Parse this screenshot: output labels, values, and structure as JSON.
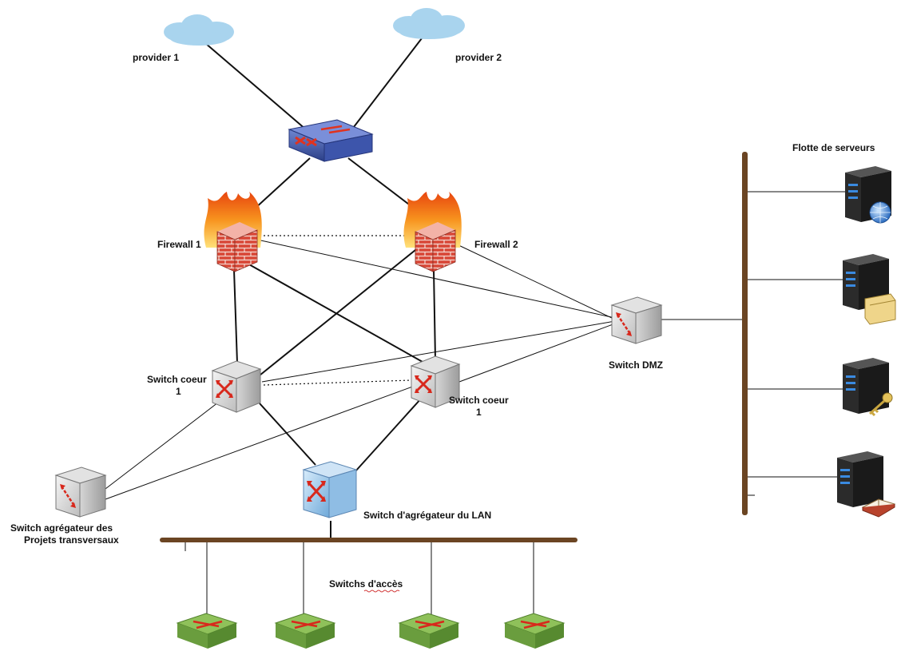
{
  "providers": {
    "left": "provider 1",
    "right": "provider 2"
  },
  "firewalls": {
    "left": "Firewall 1",
    "right": "Firewall 2"
  },
  "core_switches": {
    "left_line1": "Switch coeur",
    "left_line2": "1",
    "right_line1": "Switch coeur",
    "right_line2": "1"
  },
  "dmz": {
    "label": "Switch DMZ"
  },
  "servers": {
    "title": "Flotte de serveurs"
  },
  "aggregation": {
    "lan_label": "Switch d'agrégateur du LAN"
  },
  "projects": {
    "line1": "Switch agrégateur des",
    "line2": "Projets transversaux"
  },
  "access": {
    "label": "Switchs d'accès"
  },
  "colors": {
    "cloud": "#a9d4ee",
    "bus": "#6b4523",
    "router": "#3b55a5",
    "access_switch": "#8fc15a",
    "arrow_red": "#d8281c",
    "server_body": "#2b2b2b",
    "server_led": "#3a8ae0"
  }
}
